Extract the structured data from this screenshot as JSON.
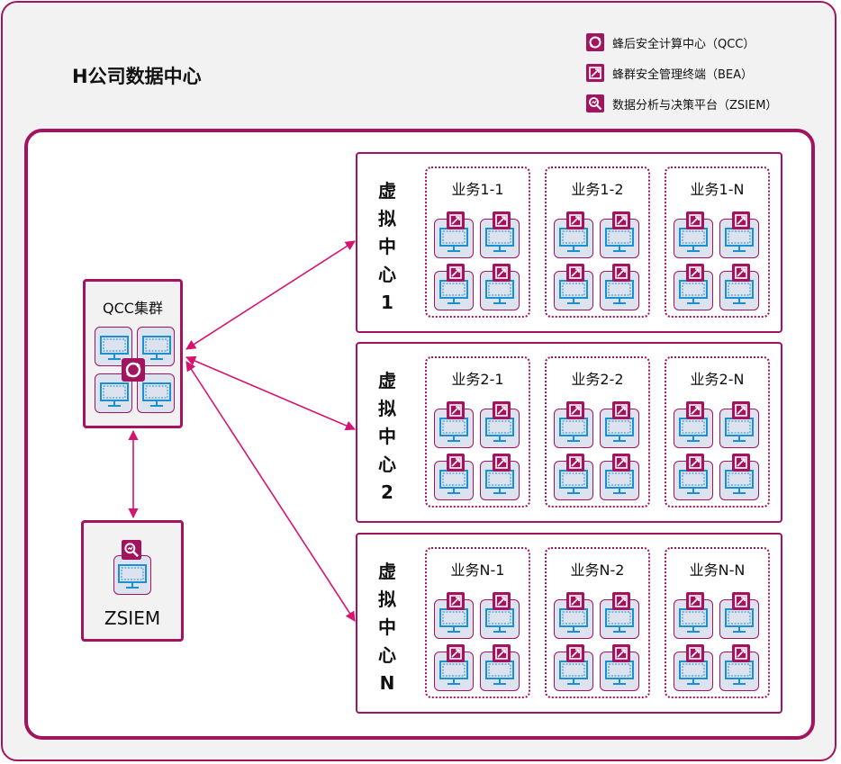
{
  "title": "H公司数据中心",
  "colors": {
    "accent": "#a3145f",
    "monitor": "#1a8fd1",
    "vm_bg": "#dde3ee"
  },
  "legend": [
    {
      "icon": "qcc-icon",
      "label": "蜂后安全计算中心（QCC）"
    },
    {
      "icon": "bea-icon",
      "label": "蜂群安全管理终端（BEA）"
    },
    {
      "icon": "zsiem-icon",
      "label": "数据分析与决策平台（ZSIEM）"
    }
  ],
  "qcc_cluster": {
    "label": "QCC集群"
  },
  "zsiem": {
    "label": "ZSIEM"
  },
  "virtual_centers": [
    {
      "label": "虚拟中心1",
      "businesses": [
        "业务1-1",
        "业务1-2",
        "业务1-N"
      ]
    },
    {
      "label": "虚拟中心2",
      "businesses": [
        "业务2-1",
        "业务2-2",
        "业务2-N"
      ]
    },
    {
      "label": "虚拟中心N",
      "businesses": [
        "业务N-1",
        "业务N-2",
        "业务N-N"
      ]
    }
  ]
}
